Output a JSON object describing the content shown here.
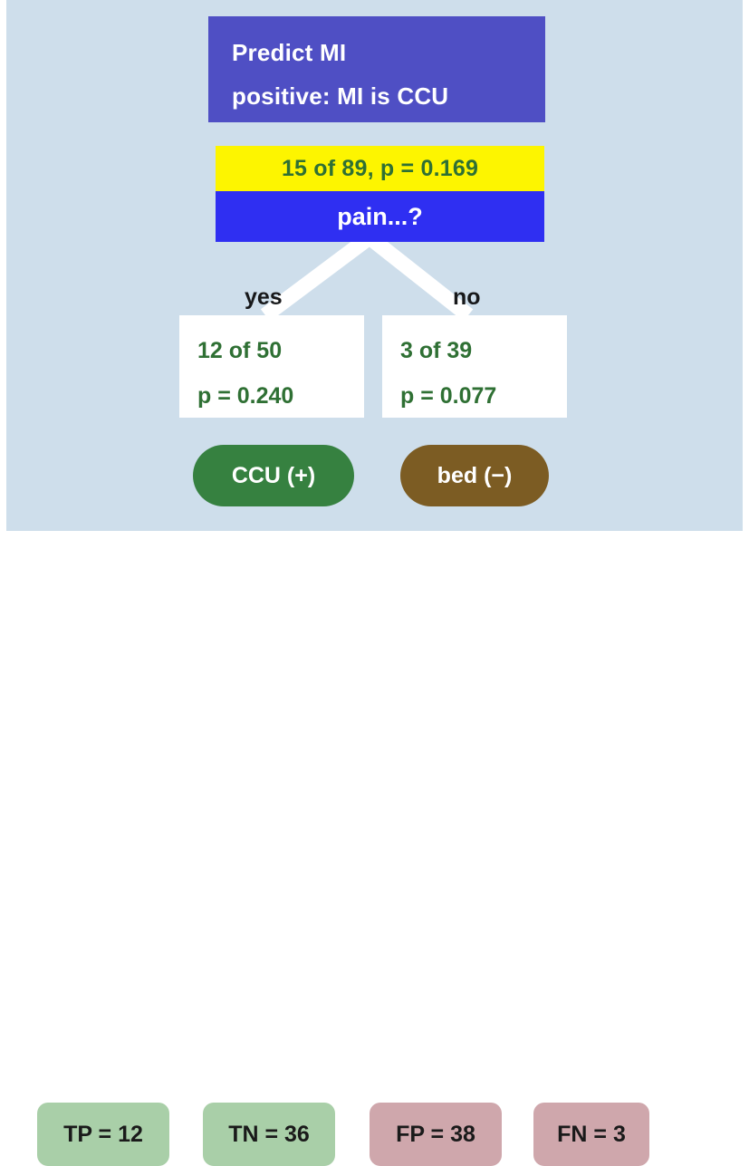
{
  "panel": {
    "background_color": "#cedeeb",
    "bottom_background_color": "#ffffff"
  },
  "root": {
    "line1": "Predict MI",
    "line2": "positive: MI is CCU",
    "background_color": "#4f4fc4",
    "text_color": "#ffffff"
  },
  "split_node": {
    "stats": "15 of 89, p = 0.169",
    "question": "pain...?",
    "stats_background_color": "#fdf500",
    "stats_text_color": "#2f7034",
    "question_background_color": "#2f2ff2",
    "question_text_color": "#ffffff"
  },
  "edges": [
    {
      "label": "yes",
      "branch": "left"
    },
    {
      "label": "no",
      "branch": "right"
    }
  ],
  "leaves": [
    {
      "id": "left",
      "count": "12 of 50",
      "probability": "p = 0.240",
      "decision": "CCU (+)",
      "decision_color": "#368140"
    },
    {
      "id": "right",
      "count": "3 of 39",
      "probability": "p = 0.077",
      "decision": "bed (−)",
      "decision_color": "#7c5c23"
    }
  ],
  "metrics": [
    {
      "label": "TP = 12",
      "color": "#a9cfa8"
    },
    {
      "label": "TN = 36",
      "color": "#a9cfa8"
    },
    {
      "label": "FP = 38",
      "color": "#cfa7ac"
    },
    {
      "label": "FN = 3",
      "color": "#cfa7ac"
    }
  ],
  "chart_data": {
    "type": "diagram",
    "title": "Predict MI positive: MI is CCU",
    "root_rule": "pain...?",
    "root_stats": {
      "events": 15,
      "total": 89,
      "p": 0.169
    },
    "branches": [
      {
        "label": "yes",
        "events": 12,
        "total": 50,
        "p": 0.24,
        "decision": "CCU (+)"
      },
      {
        "label": "no",
        "events": 3,
        "total": 39,
        "p": 0.077,
        "decision": "bed (−)"
      }
    ],
    "confusion_matrix": {
      "TP": 12,
      "TN": 36,
      "FP": 38,
      "FN": 3
    }
  }
}
